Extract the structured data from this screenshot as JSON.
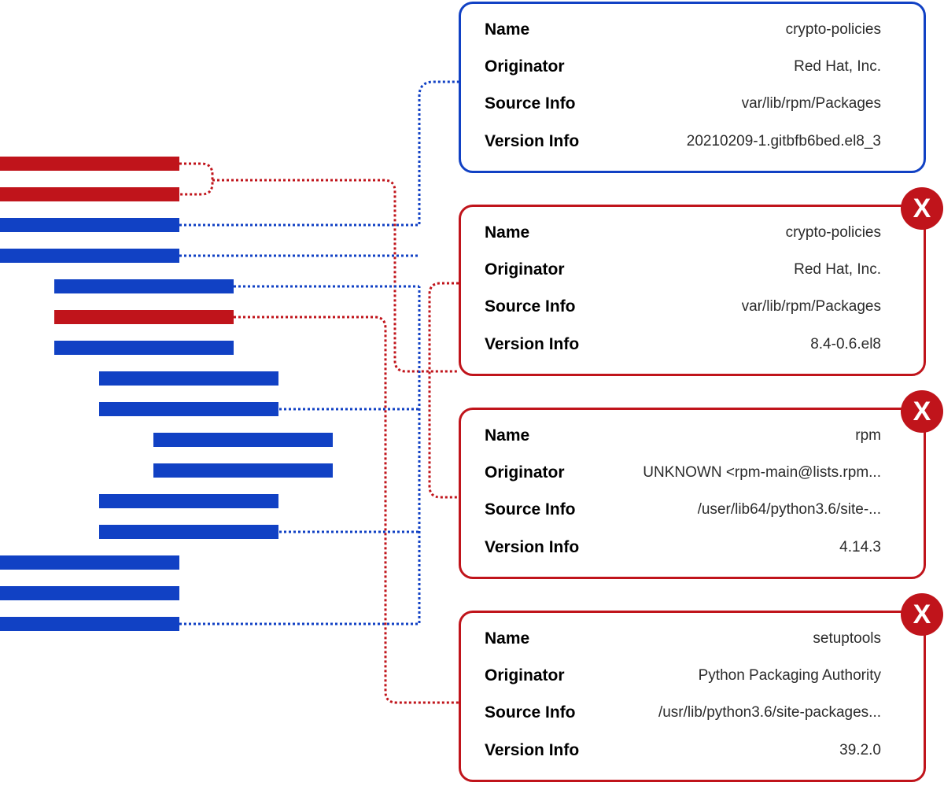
{
  "colors": {
    "ok": "#1141c4",
    "conflict": "#c0141b",
    "bar_ok": "#1141c4",
    "bar_conflict": "#c0141b"
  },
  "badge_icon": "x-icon",
  "badge_text": "X",
  "packages": [
    {
      "status": "ok",
      "fields": [
        {
          "key": "Name",
          "value": "crypto-policies"
        },
        {
          "key": "Originator",
          "value": "Red Hat, Inc."
        },
        {
          "key": "Source Info",
          "value": "var/lib/rpm/Packages"
        },
        {
          "key": "Version Info",
          "value": "20210209-1.gitbfb6bed.el8_3"
        }
      ]
    },
    {
      "status": "conflict",
      "fields": [
        {
          "key": "Name",
          "value": "crypto-policies"
        },
        {
          "key": "Originator",
          "value": "Red Hat, Inc."
        },
        {
          "key": "Source Info",
          "value": "var/lib/rpm/Packages"
        },
        {
          "key": "Version Info",
          "value": "8.4-0.6.el8"
        }
      ]
    },
    {
      "status": "conflict",
      "fields": [
        {
          "key": "Name",
          "value": "rpm"
        },
        {
          "key": "Originator",
          "value": "UNKNOWN <rpm-main@lists.rpm..."
        },
        {
          "key": "Source Info",
          "value": "/user/lib64/python3.6/site-..."
        },
        {
          "key": "Version Info",
          "value": "4.14.3"
        }
      ]
    },
    {
      "status": "conflict",
      "fields": [
        {
          "key": "Name",
          "value": "setuptools"
        },
        {
          "key": "Originator",
          "value": "Python Packaging Authority"
        },
        {
          "key": "Source Info",
          "value": "/usr/lib/python3.6/site-packages..."
        },
        {
          "key": "Version Info",
          "value": "39.2.0"
        }
      ]
    }
  ],
  "dependency_tree": {
    "bars": [
      "conflict",
      "conflict",
      "ok",
      "ok",
      "ok",
      "conflict",
      "ok",
      "ok",
      "ok",
      "ok",
      "ok",
      "ok",
      "ok",
      "ok",
      "ok",
      "ok"
    ]
  }
}
